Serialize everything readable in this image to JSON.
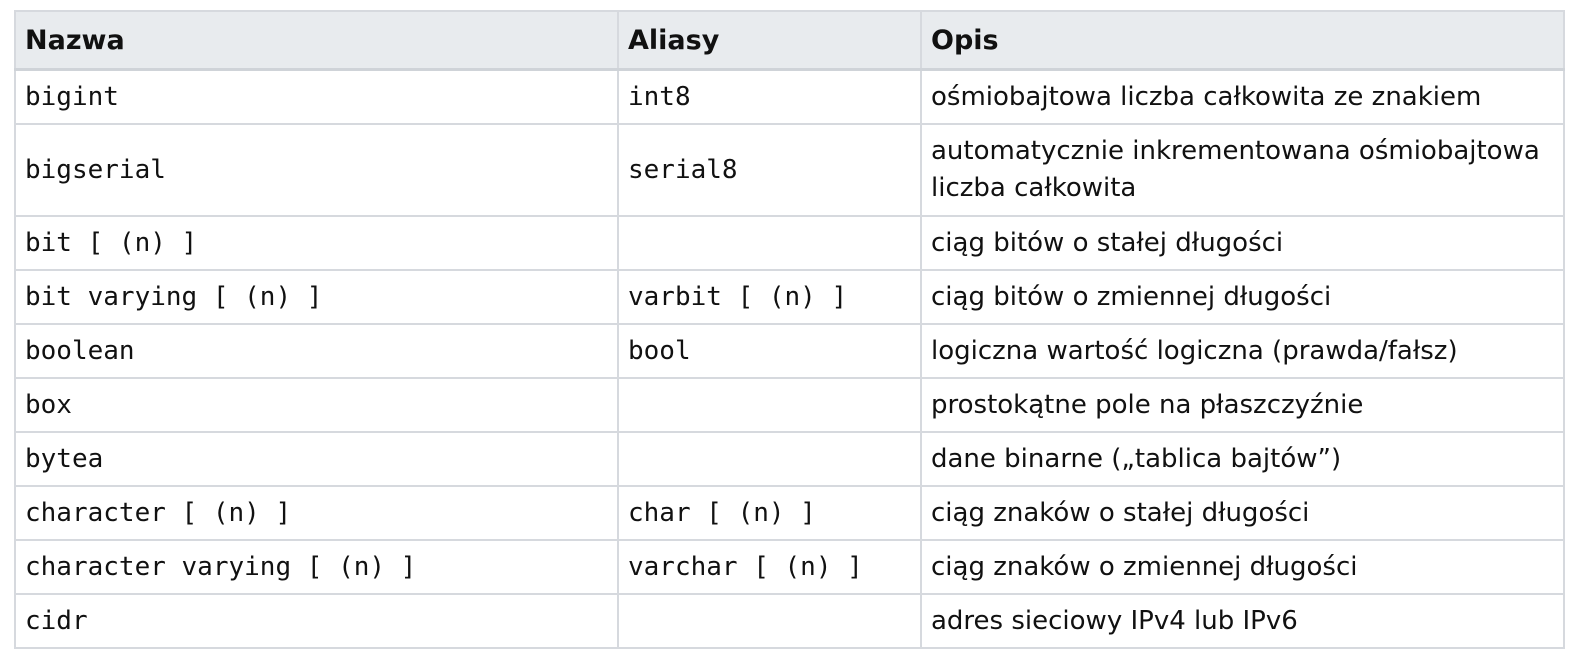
{
  "table": {
    "headers": {
      "name": "Nazwa",
      "aliases": "Aliasy",
      "description": "Opis"
    },
    "rows": [
      {
        "name": "bigint",
        "alias": "int8",
        "desc": "ośmiobajtowa liczba całkowita ze znakiem"
      },
      {
        "name": "bigserial",
        "alias": "serial8",
        "desc": "automatycznie inkrementowana ośmiobajtowa liczba całkowita"
      },
      {
        "name": "bit [ (n) ]",
        "alias": "",
        "desc": "ciąg bitów o stałej długości"
      },
      {
        "name": "bit varying [ (n) ]",
        "alias": "varbit [ (n) ]",
        "desc": "ciąg bitów o zmiennej długości"
      },
      {
        "name": "boolean",
        "alias": "bool",
        "desc": "logiczna wartość logiczna (prawda/fałsz)"
      },
      {
        "name": "box",
        "alias": "",
        "desc": "prostokątne pole na płaszczyźnie"
      },
      {
        "name": "bytea",
        "alias": "",
        "desc": "dane binarne („tablica bajtów”)"
      },
      {
        "name": "character [ (n) ]",
        "alias": "char [ (n) ]",
        "desc": "ciąg znaków o stałej długości"
      },
      {
        "name": "character varying [ (n) ]",
        "alias": "varchar [ (n) ]",
        "desc": "ciąg znaków o zmiennej długości"
      },
      {
        "name": "cidr",
        "alias": "",
        "desc": "adres sieciowy IPv4 lub IPv6"
      }
    ]
  }
}
